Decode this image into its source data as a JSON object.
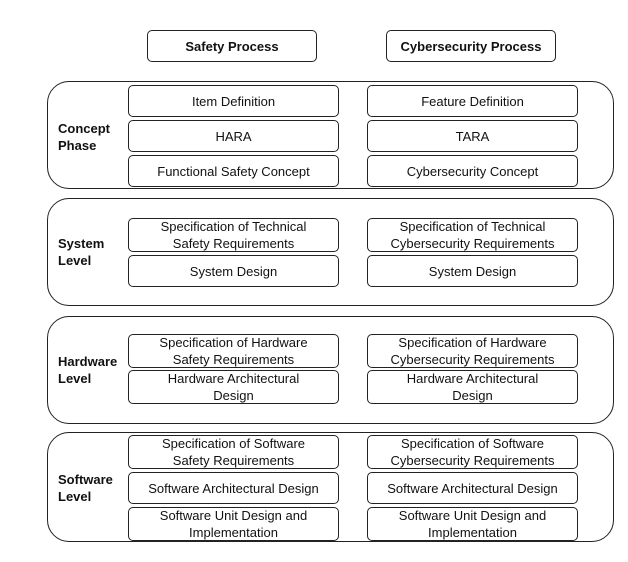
{
  "headers": {
    "safety": "Safety Process",
    "cyber": "Cybersecurity Process"
  },
  "phases": [
    {
      "label": "Concept\nPhase",
      "safety": [
        "Item Definition",
        "HARA",
        "Functional Safety Concept"
      ],
      "cyber": [
        "Feature Definition",
        "TARA",
        "Cybersecurity Concept"
      ]
    },
    {
      "label": "System\nLevel",
      "safety": [
        "Specification of Technical\nSafety Requirements",
        "System Design"
      ],
      "cyber": [
        "Specification of Technical\nCybersecurity Requirements",
        "System Design"
      ]
    },
    {
      "label": "Hardware\nLevel",
      "safety": [
        "Specification of Hardware\nSafety Requirements",
        "Hardware Architectural\nDesign"
      ],
      "cyber": [
        "Specification of Hardware\nCybersecurity Requirements",
        "Hardware Architectural\nDesign"
      ]
    },
    {
      "label": "Software\nLevel",
      "safety": [
        "Specification of Software\nSafety Requirements",
        "Software Architectural Design",
        "Software Unit Design and\nImplementation"
      ],
      "cyber": [
        "Specification of Software\nCybersecurity Requirements",
        "Software Architectural Design",
        "Software Unit Design and\nImplementation"
      ]
    }
  ]
}
